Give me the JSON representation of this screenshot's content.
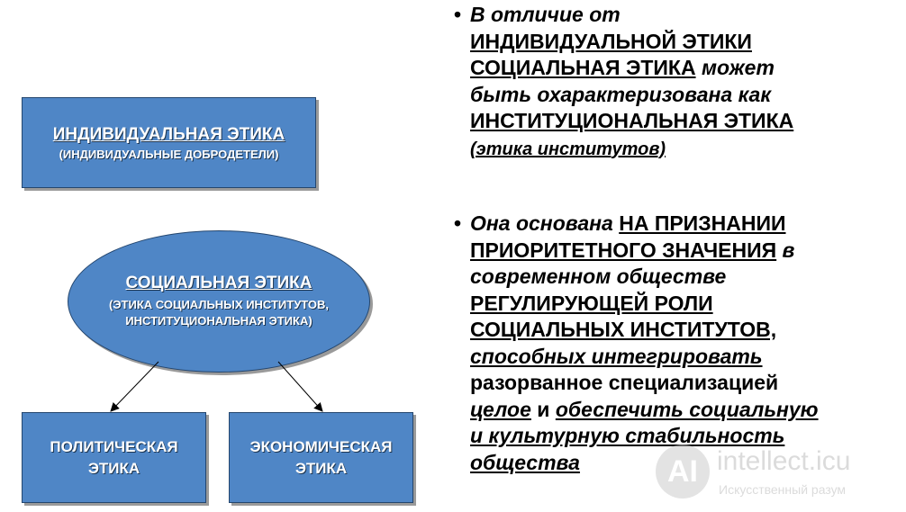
{
  "diagram": {
    "individual_box": {
      "title": "ИНДИВИДУАЛЬНАЯ ЭТИКА",
      "subtitle": "(ИНДИВИДУАЛЬНЫЕ ДОБРОДЕТЕЛИ)"
    },
    "social_ellipse": {
      "title": "СОЦИАЛЬНАЯ ЭТИКА",
      "subtitle_line1": "(ЭТИКА СОЦИАЛЬНЫХ ИНСТИТУТОВ,",
      "subtitle_line2": "ИНСТИТУЦИОНАЛЬНАЯ ЭТИКА)"
    },
    "political_box": {
      "label": "ПОЛИТИЧЕСКАЯ\nЭТИКА"
    },
    "economic_box": {
      "label": "ЭКОНОМИЧЕСКАЯ\nЭТИКА"
    },
    "colors": {
      "box_fill": "#4f86c6",
      "box_border": "#24466e",
      "text": "#ffffff"
    }
  },
  "bullets": {
    "first": {
      "p1": "В отличие от",
      "p2": "ИНДИВИДУАЛЬНОЙ ЭТИКИ",
      "p3": "СОЦИАЛЬНАЯ ЭТИКА",
      "p4": " может",
      "p5": "быть охарактеризована как",
      "p6": "ИНСТИТУЦИОНАЛЬНАЯ ЭТИКА",
      "p7": "(этика институтов)"
    },
    "second": {
      "p1": "Она основана ",
      "p2": "НА ПРИЗНАНИИ",
      "p3": "ПРИОРИТЕТНОГО ЗНАЧЕНИЯ",
      "p4": " в",
      "p5": "современном обществе",
      "p6": "РЕГУЛИРУЮЩЕЙ РОЛИ",
      "p7": "СОЦИАЛЬНЫХ ИНСТИТУТОВ,",
      "p8": "способных интегрировать",
      "p9": "разорванное специализацией",
      "p10": "целое",
      "p11": " и ",
      "p12": "обеспечить социальную",
      "p13": "и культурную стабильность",
      "p14": "общества"
    }
  },
  "watermark": {
    "logo": "AI",
    "name": "intellect.icu",
    "tagline": "Искусственный разум"
  }
}
